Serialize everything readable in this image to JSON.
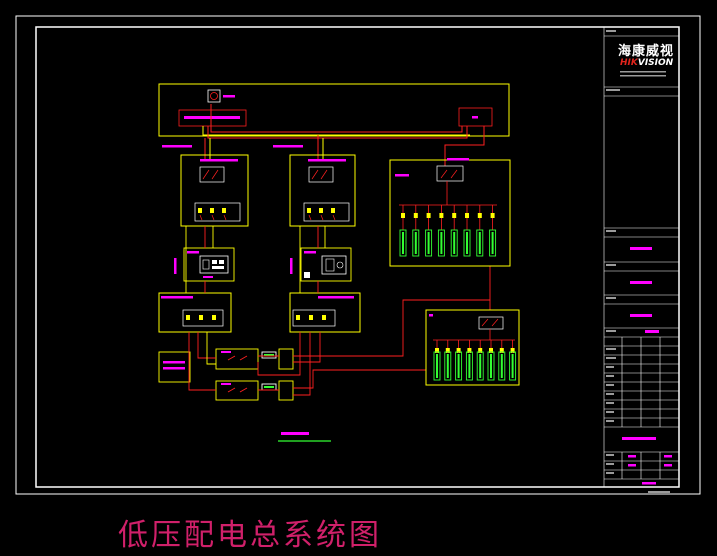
{
  "caption": "低压配电总系统图",
  "logo": {
    "cn_text": "海康威视",
    "en_prefix": "HIK",
    "en_suffix": "VISION"
  },
  "colors": {
    "frame": "#ffffff",
    "panel": "#ffff00",
    "wire": "#ff2020",
    "bus": "#ff5050",
    "accent": "#ff00ff",
    "breaker": "#33ff33",
    "caption": "#d0206a"
  }
}
